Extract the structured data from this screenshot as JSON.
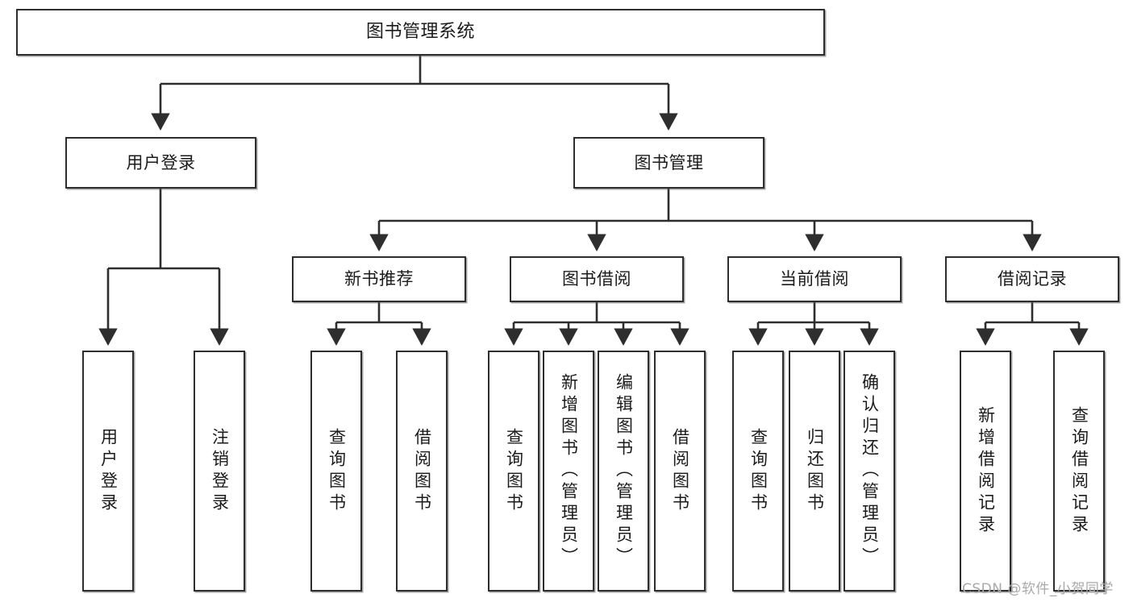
{
  "diagram": {
    "title": "图书管理系统",
    "type": "tree-hierarchy",
    "orientation": "top-down",
    "style": {
      "box_fill": "#ffffff",
      "box_stroke": "#2e2e2e",
      "connector_stroke": "#2e2e2e",
      "text_color": "#1b1b1b",
      "background": "#ffffff",
      "watermark_color": "#a9a9a9"
    }
  },
  "root": {
    "label": "图书管理系统"
  },
  "level2": [
    {
      "id": "user-login",
      "label": "用户登录"
    },
    {
      "id": "book-management",
      "label": "图书管理"
    }
  ],
  "level3": [
    {
      "id": "new-book-recommend",
      "label": "新书推荐"
    },
    {
      "id": "book-borrow",
      "label": "图书借阅"
    },
    {
      "id": "current-borrow",
      "label": "当前借阅"
    },
    {
      "id": "borrow-record",
      "label": "借阅记录"
    }
  ],
  "leaves": {
    "user_login": [
      {
        "id": "leaf-user-login",
        "label": "用户登录"
      },
      {
        "id": "leaf-logout-login",
        "label": "注销登录"
      }
    ],
    "new_book_recommend": [
      {
        "id": "leaf-query-book-1",
        "label": "查询图书"
      },
      {
        "id": "leaf-borrow-book-1",
        "label": "借阅图书"
      }
    ],
    "book_borrow": [
      {
        "id": "leaf-query-book-2",
        "label": "查询图书"
      },
      {
        "id": "leaf-add-book",
        "label": "新增图书（管理员）"
      },
      {
        "id": "leaf-edit-book",
        "label": "编辑图书（管理员）"
      },
      {
        "id": "leaf-borrow-book-2",
        "label": "借阅图书"
      }
    ],
    "current_borrow": [
      {
        "id": "leaf-query-book-3",
        "label": "查询图书"
      },
      {
        "id": "leaf-return-book",
        "label": "归还图书"
      },
      {
        "id": "leaf-confirm-return",
        "label": "确认归还（管理员）"
      }
    ],
    "borrow_record": [
      {
        "id": "leaf-add-borrow-record",
        "label": "新增借阅记录"
      },
      {
        "id": "leaf-query-borrow-record",
        "label": "查询借阅记录"
      }
    ]
  },
  "watermark": {
    "text": "CSDN @软件_小贺同学"
  }
}
